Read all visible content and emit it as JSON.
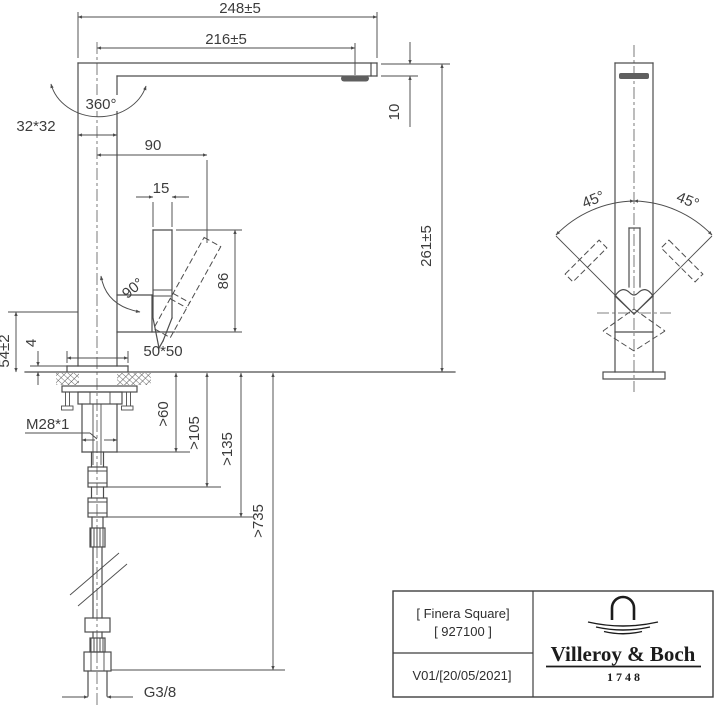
{
  "drawing": {
    "dims": {
      "spout_length": "248±5",
      "spout_reach": "216±5",
      "swivel_angle": "360°",
      "body_section": "32*32",
      "handle_offset": "90",
      "handle_width": "15",
      "handle_height": "86",
      "handle_tilt": "90°",
      "spout_thickness": "10",
      "total_height": "261±5",
      "base_height": "54±2",
      "plate_thickness": "4",
      "base_section": "50*50",
      "thread": "M28*1",
      "clearance_1": ">60",
      "clearance_2": ">105",
      "clearance_3": ">135",
      "hose_length": ">735",
      "connection": "G3/8",
      "swing_left": "45°",
      "swing_right": "45°"
    },
    "title_block": {
      "product_name": "[ Finera Square]",
      "product_number": "[ 927100 ]",
      "version": "V01/[20/05/2021]",
      "brand": "Villeroy & Boch",
      "brand_year": "1748"
    }
  }
}
